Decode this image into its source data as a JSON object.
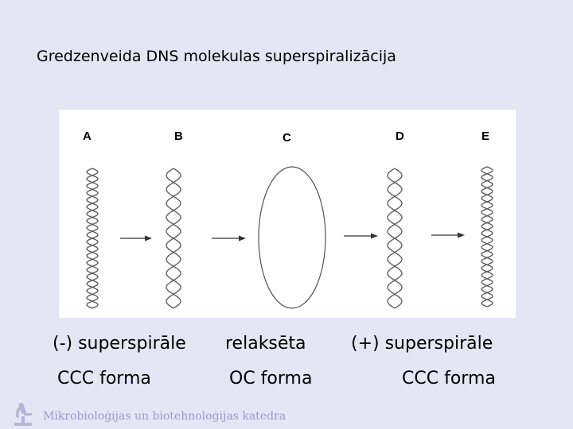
{
  "title": "Gredzenveida DNS molekulas superspiralizācija",
  "figure": {
    "labels": [
      "A",
      "B",
      "C",
      "D",
      "E"
    ]
  },
  "captions": {
    "neg_super": "(-) superspirāle",
    "relaxed": "relaksēta",
    "pos_super": "(+) superspirāle",
    "ccc_left": "CCC forma",
    "oc": "OC forma",
    "ccc_right": "CCC forma"
  },
  "footer": {
    "text": "Mikrobioloģijas un biotehnoloģijas katedra",
    "logo_icon": "microscope-icon"
  },
  "colors": {
    "background": "#e4e6f5",
    "footer_text": "#9b9cc4",
    "strand": "#555555"
  }
}
